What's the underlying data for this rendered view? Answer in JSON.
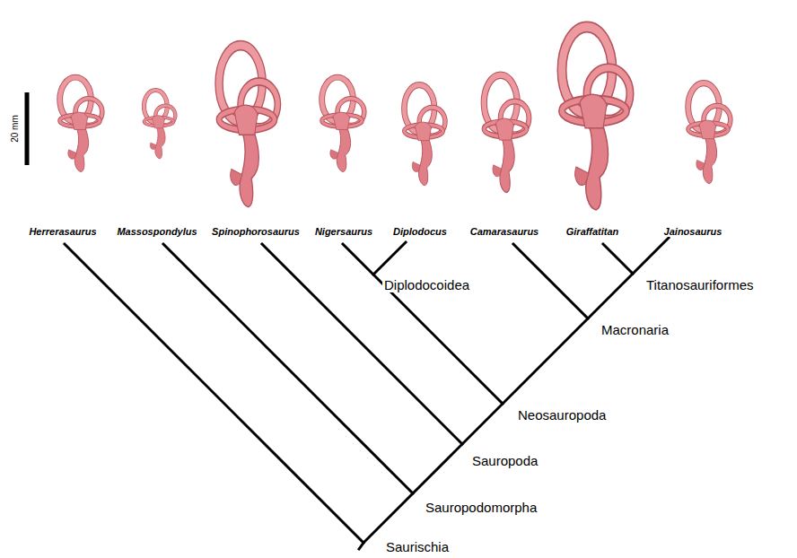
{
  "diagram": {
    "labels": [
      "20 mm",
      "Herrerasaurus",
      "Massospondylus",
      "Spinophorosaurus",
      "Nigersaurus",
      "Diplodocus",
      "Camarasaurus",
      "Giraffatitan",
      "Jainosaurus",
      "Diplodocoidea",
      "Titanosauriformes",
      "Macronaria",
      "Neosauropoda",
      "Sauropoda",
      "Sauropodomorpha",
      "Saurischia"
    ]
  }
}
